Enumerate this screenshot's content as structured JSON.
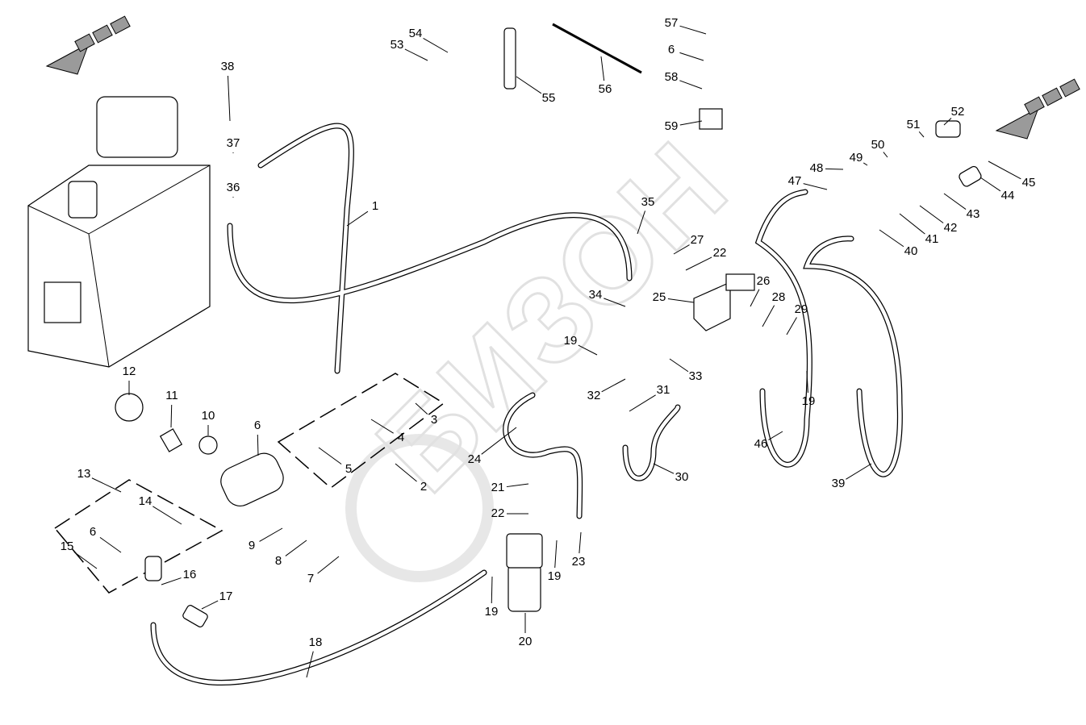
{
  "diagram": {
    "callouts": [
      "38",
      "37",
      "36",
      "1",
      "35",
      "53",
      "54",
      "55",
      "56",
      "57",
      "6",
      "58",
      "59",
      "52",
      "51",
      "50",
      "49",
      "48",
      "47",
      "45",
      "44",
      "43",
      "42",
      "41",
      "40",
      "27",
      "22",
      "26",
      "25",
      "34",
      "28",
      "29",
      "19",
      "33",
      "32",
      "31",
      "19",
      "12",
      "11",
      "10",
      "6",
      "3",
      "4",
      "5",
      "2",
      "24",
      "30",
      "46",
      "39",
      "13",
      "14",
      "6",
      "15",
      "9",
      "8",
      "7",
      "21",
      "22",
      "19",
      "23",
      "16",
      "17",
      "19",
      "20",
      "18"
    ],
    "watermark": "БИЗОН",
    "colors": {
      "line": "#000000",
      "watermark": "#d9d9d9",
      "arrow_fill": "#9a9a9a"
    }
  }
}
